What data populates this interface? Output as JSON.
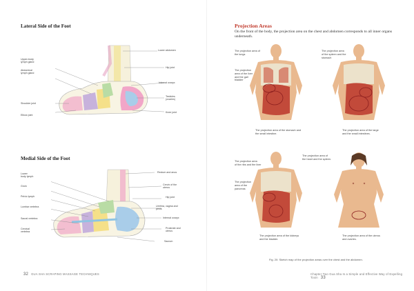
{
  "left_page": {
    "lateral": {
      "title": "Lateral Side of the Foot",
      "labels_left": [
        "Upper-body\nlymph gland",
        "Abdominal\nlymph gland",
        "Shoulder joint",
        "Elbow joint"
      ],
      "labels_right": [
        "Lower abdomen",
        "Hip joint",
        "Internal ovaryx",
        "Testicles\n(ovaries)",
        "Knee joint"
      ]
    },
    "medial": {
      "title": "Medial Side of the Foot",
      "labels_left": [
        "Lower\nbody lymph",
        "Groin",
        "Pelvic lymph",
        "Lumbar vertebra",
        "Sacral vertebra",
        "Cervical\nvertebra"
      ],
      "labels_right": [
        "Rectum and anus",
        "Cervix of the\nuterus",
        "Hip joint",
        "Urethra, vagina and\npenis",
        "Internal ovaryx",
        "Prostrate and\nuterus",
        "Sacrum"
      ]
    },
    "footer": {
      "page_number": "32",
      "running_head": "GUA SHA SCRAPING MASSAGE TECHNIQUES"
    }
  },
  "right_page": {
    "title": "Projection Areas",
    "intro": "On the front of the body, the projection area on the chest and abdomen corresponds to all inner organs underneath.",
    "figures": [
      {
        "labels": [
          "The projection area of\nthe lungs",
          "The projection\narea of the liver\nand the gall\nbladder"
        ],
        "caption": "The projection area of the stomach and\nthe small intestine."
      },
      {
        "labels": [
          "The projection area\nof the spleen and the\nstomach"
        ],
        "caption": "The projection area of the large\nand the small intestines."
      },
      {
        "labels": [
          "The projection area\nof the ribs and the liver",
          "The projection\narea of the\npancreas",
          "The projection area of\nthe heart and the spleen."
        ],
        "caption": "The projection area of the kidneys\nand the bladder."
      },
      {
        "labels": [],
        "caption": "The projection area of the uterus\nand ovaries."
      }
    ],
    "figure_caption": "Fig. 20: Sketch map of the projection areas over the chest and the abdomen.",
    "footer": {
      "running_head": "Chapter Two   Gua Sha Is a Simple and Effective Way of Expelling Toxin",
      "page_number": "33"
    }
  },
  "colors": {
    "heading_red": "#c0392b",
    "skin": "#e9b98f",
    "organ_red": "#c24a3a",
    "bone": "#ece7d2",
    "zone_pink": "#f1a6c8",
    "zone_blue": "#a9cde9",
    "zone_yellow": "#f5e089",
    "zone_green": "#b9dca5",
    "zone_purple": "#c7b2dc"
  }
}
